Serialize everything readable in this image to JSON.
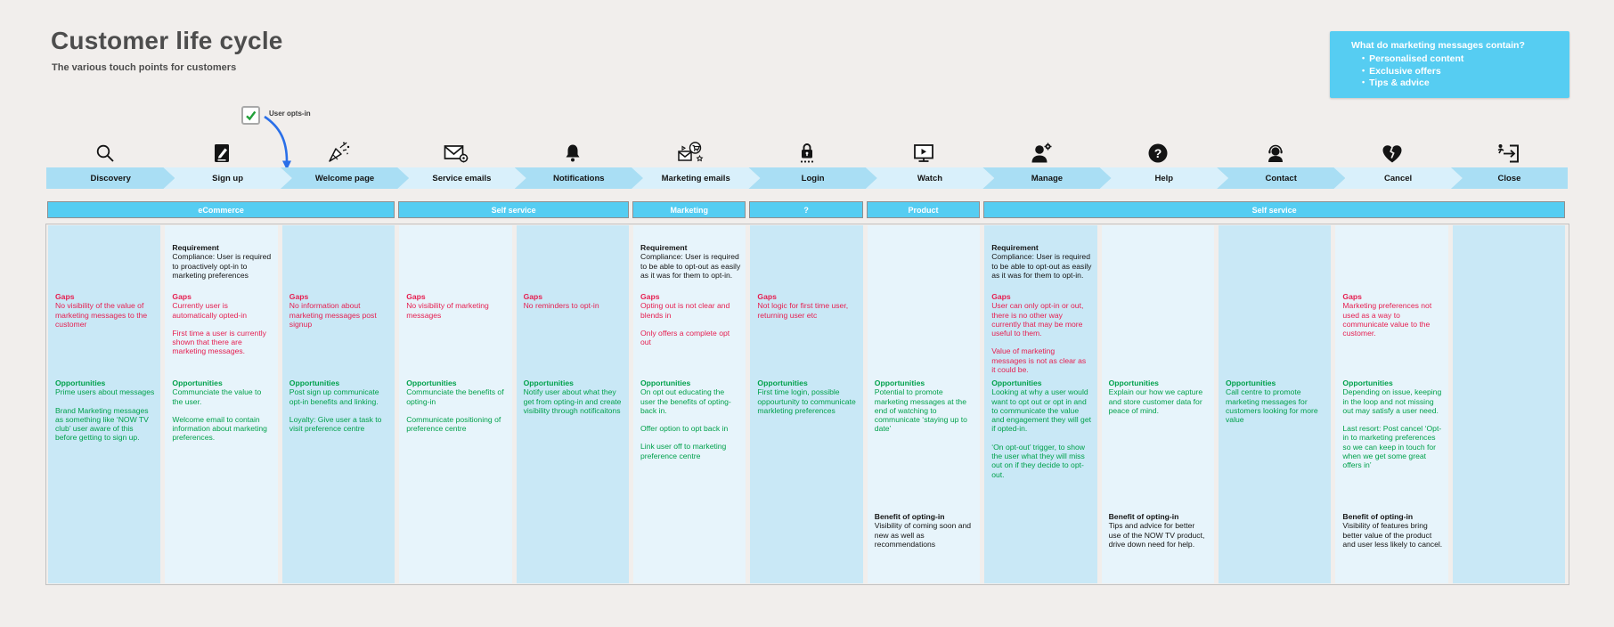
{
  "page": {
    "title": "Customer life cycle",
    "subtitle": "The various touch points for customers"
  },
  "info_box": {
    "title": "What do marketing messages contain?",
    "items": [
      "Personalised content",
      "Exclusive offers",
      "Tips & advice"
    ]
  },
  "annotation": {
    "label": "User opts-in",
    "icon": "checked-checkbox-icon"
  },
  "section_labels": {
    "requirement": "Requirement",
    "gaps": "Gaps",
    "opportunities": "Opportunities",
    "benefit": "Benefit of opting-in"
  },
  "category_bars": [
    {
      "label": "eCommerce",
      "span": 3
    },
    {
      "label": "Self service",
      "span": 2
    },
    {
      "label": "Marketing",
      "span": 1
    },
    {
      "label": "?",
      "span": 1
    },
    {
      "label": "Product",
      "span": 1
    },
    {
      "label": "Self service",
      "span": 5
    }
  ],
  "stages": [
    {
      "label": "Discovery",
      "icon": "search-icon",
      "tone": "dark",
      "gaps": [
        "No visibility of the value of marketing messages to the customer"
      ],
      "opportunities": [
        "Prime users about messages",
        "Brand Marketing messages as something like ‘NOW TV club’ user aware of this before getting to sign up."
      ]
    },
    {
      "label": "Sign up",
      "icon": "signup-form-icon",
      "tone": "light",
      "requirement": "Compliance: User is required to proactively opt-in to marketing preferences",
      "gaps": [
        "Currently user is automatically opted-in",
        "First time a user is currently shown that there are marketing messages."
      ],
      "opportunities": [
        "Communciate the value to the user.",
        "Welcome email to contain information about marketing preferences."
      ]
    },
    {
      "label": "Welcome page",
      "icon": "party-popper-icon",
      "tone": "dark",
      "gaps": [
        "No information about marketing messages post signup"
      ],
      "opportunities": [
        "Post sign up communicate opt-in benefits and linking.",
        "Loyalty: Give user a task to visit preference centre"
      ]
    },
    {
      "label": "Service emails",
      "icon": "service-email-icon",
      "tone": "light",
      "gaps": [
        "No visibility of marketing messages"
      ],
      "opportunities": [
        "Communciate the benefits of opting-in",
        "Communicate positioning of preference centre"
      ]
    },
    {
      "label": "Notifications",
      "icon": "notification-bell-icon",
      "tone": "dark",
      "gaps": [
        "No reminders to opt-in"
      ],
      "opportunities": [
        "Notify user about what they get from opting-in and create visibility through notificaitons"
      ]
    },
    {
      "label": "Marketing emails",
      "icon": "marketing-email-icon",
      "tone": "light",
      "requirement": "Compliance: User is required to be able to opt-out as easily as it was for them to opt-in.",
      "gaps": [
        "Opting out is not clear and blends in",
        "Only offers a complete opt out"
      ],
      "opportunities": [
        "On opt out educating the user the benefits of opting-back in.",
        "Offer option to opt back in",
        "Link user off to marketing preference centre"
      ]
    },
    {
      "label": "Login",
      "icon": "login-lock-icon",
      "tone": "dark",
      "gaps": [
        "Not logic for first time user, returning user etc"
      ],
      "opportunities": [
        "First time login, possible oppourtunity to communicate markleting preferences"
      ]
    },
    {
      "label": "Watch",
      "icon": "watch-screen-icon",
      "tone": "light",
      "opportunities": [
        "Potential to promote marketing messages at the end of watching to communicate ‘staying up to date’"
      ],
      "benefit": "Visibility of coming soon and new as well as recommendations"
    },
    {
      "label": "Manage",
      "icon": "manage-account-icon",
      "tone": "dark",
      "requirement": "Compliance: User is required to be able to opt-out as easily as it was for them to opt-in.",
      "gaps": [
        "User can only opt-in or out, there is no other way currently that may be more useful to them.",
        "Value of marketing messages is not as clear as it could be."
      ],
      "opportunities": [
        "Looking at why a user would want to opt out or opt in and to communicate the value and engagement they will get if opted-in.",
        "‘On opt-out’ trigger, to show the user what they will miss out on if they decide to opt-out."
      ]
    },
    {
      "label": "Help",
      "icon": "help-icon",
      "tone": "light",
      "opportunities": [
        "Explain our how we capture and store customer data for peace of mind."
      ],
      "benefit": "Tips and advice for better use of the NOW TV product, drive down need for help."
    },
    {
      "label": "Contact",
      "icon": "contact-agent-icon",
      "tone": "dark",
      "opportunities": [
        "Call centre to promote marketing messages for customers looking for more value"
      ]
    },
    {
      "label": "Cancel",
      "icon": "broken-heart-icon",
      "tone": "light",
      "gaps": [
        "Marketing preferences not used as a way to communicate value to the customer."
      ],
      "opportunities": [
        "Depending on issue, keeping in the loop and not missing out may satisfy a user need.",
        "Last resort: Post cancel ‘Opt-in to marketing preferences so we can keep in touch for when we get some great offers in’"
      ],
      "benefit": "Visibility of features bring better value of the product and user less likely to cancel."
    },
    {
      "label": "Close",
      "icon": "exit-door-icon",
      "tone": "dark"
    }
  ],
  "palette": {
    "background": "#f1eeec",
    "info_box_blue": "#56cdf2",
    "category_blue": "#55cdf2",
    "arrow_dark": "#a9def4",
    "arrow_light": "#d9f0fb",
    "column_dark": "#c9e8f6",
    "column_light": "#e7f4fb",
    "gaps_red": "#e61e50",
    "opportunities_green": "#00a14b",
    "annotation_arrow_blue": "#2a6fe8",
    "checkbox_green": "#21a038",
    "text_dark": "#141414"
  }
}
